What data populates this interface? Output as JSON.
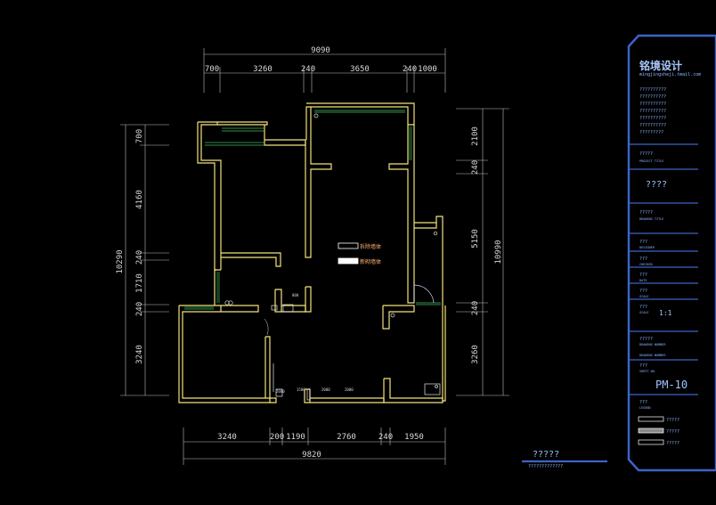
{
  "dimensions": {
    "top_total": "9090",
    "top_segments": [
      "700",
      "3260",
      "240",
      "3650",
      "240",
      "1000"
    ],
    "bottom_total": "9820",
    "bottom_segments": [
      "3240",
      "200",
      "1190",
      "2760",
      "240",
      "1950"
    ],
    "left_total": "10290",
    "left_segments": [
      "700",
      "4160",
      "240",
      "1710",
      "240",
      "3240"
    ],
    "right_total": "10990",
    "right_segments": [
      "2100",
      "240",
      "5150",
      "240",
      "3260"
    ]
  },
  "room_labels": [
    "拆除墙体",
    "新砌墙体"
  ],
  "small_marks": [
    "2000",
    "800",
    "1500",
    "2000",
    "2000"
  ],
  "title_block": {
    "logo": "铭境设计",
    "logo_sub": "mingjingsheji.tmail.com",
    "info_lines": [
      "??????????",
      "??????????",
      "??????????",
      "??????????",
      "??????????",
      "??????????",
      "?????????"
    ],
    "project_label": "?????",
    "project_label_en": "PROJECT TITLE",
    "project_name": "????",
    "drawing_label": "?????",
    "drawing_label_en": "DRAWING TITLE",
    "designer_label": "???",
    "designer_en": "DESIGNER",
    "checker_label": "???",
    "checker_en": "CHECKED",
    "date_label": "???",
    "date_en": "DATE",
    "scale_label": "???",
    "scale_en": "SCALE",
    "scale_value": "1:1",
    "number_label": "?????",
    "number_en": "DRAWING NUMBER",
    "sheet_label": "???",
    "sheet_en": "SHEET NO.",
    "sheet_value": "PM-10",
    "legend_label": "???",
    "legend_en": "LEGEND",
    "legend_items": [
      "?????",
      "?????",
      "?????"
    ]
  },
  "footer": {
    "title": "?????",
    "subtitle": "?????????????"
  },
  "colors": {
    "wall": "#f2e27a",
    "window": "#2f8f4a",
    "dim": "#d9d9d9",
    "frame": "#3d63c7"
  }
}
